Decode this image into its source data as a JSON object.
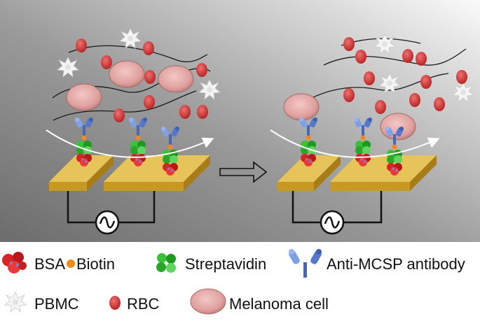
{
  "legend": {
    "bsa": "BSA",
    "biotin": "Biotin",
    "streptavidin": "Streptavidin",
    "antibody": "Anti-MCSP antibody",
    "pbmc": "PBMC",
    "rbc": "RBC",
    "melanoma": "Melanoma cell"
  },
  "colors": {
    "panel_dark": "#6f6f6f",
    "panel_light": "#f2f2f2",
    "electrode": "#d2a632",
    "rbc": "#d63a3a",
    "melanoma": "#e5aaa8",
    "streptavidin": "#2fb52f",
    "bsa": "#d82424",
    "antibody": "#5577cc",
    "biotin": "#f08a1a"
  },
  "icons": [
    "bsa-icon",
    "biotin-icon",
    "streptavidin-icon",
    "antibody-icon",
    "pbmc-icon",
    "rbc-icon",
    "melanoma-cell-icon",
    "ac-source-icon",
    "arrow-right-icon"
  ]
}
